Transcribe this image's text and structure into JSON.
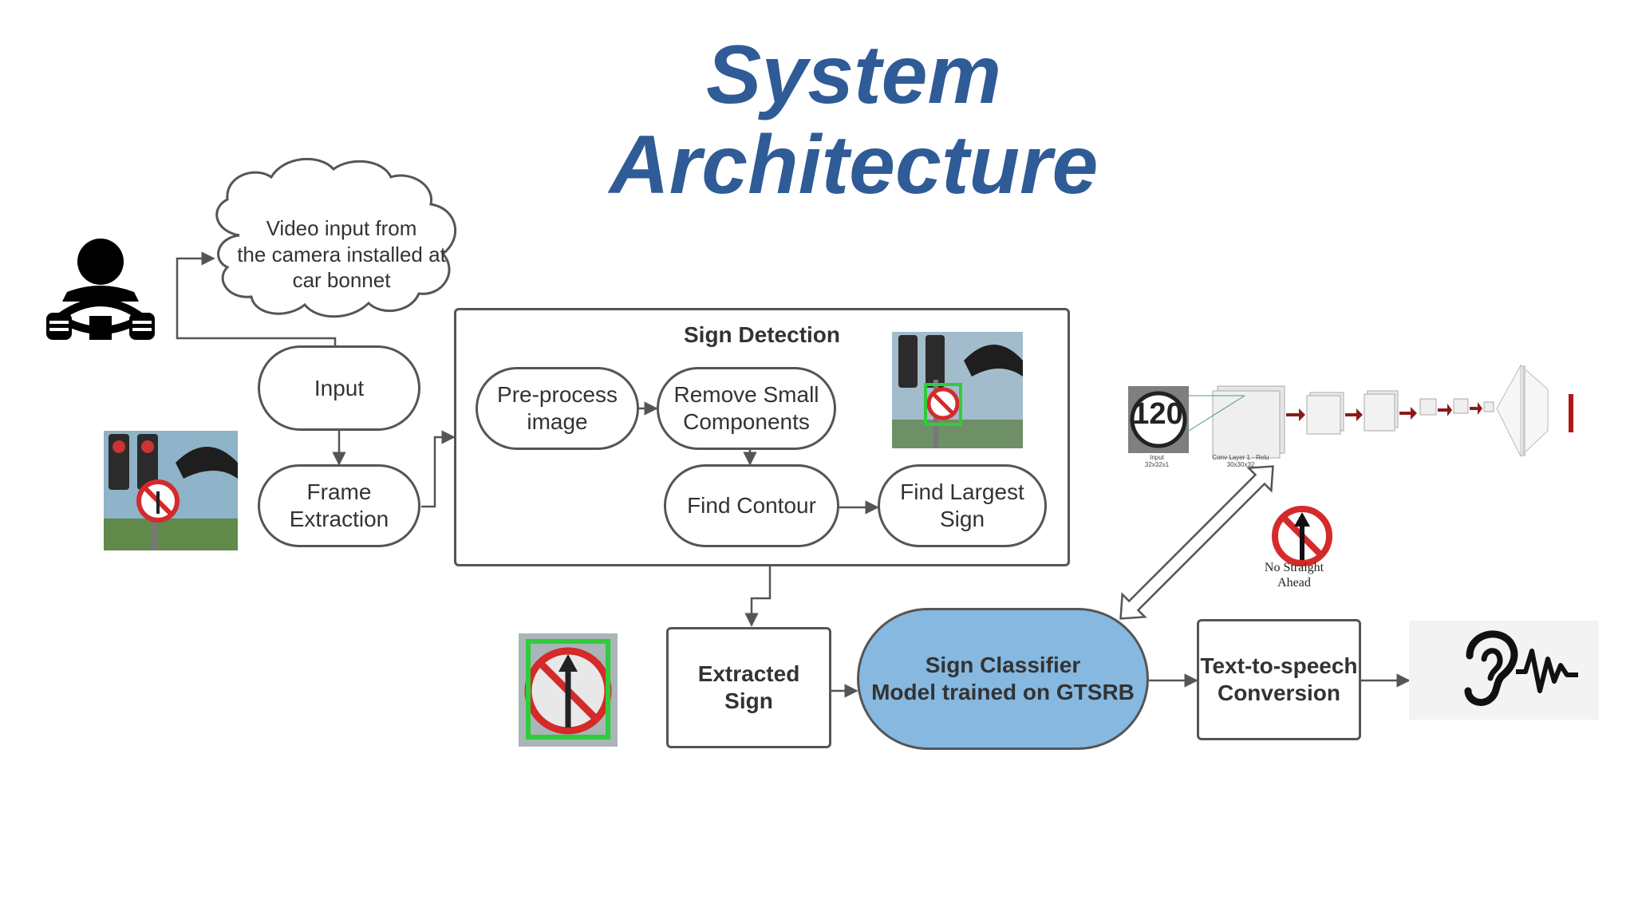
{
  "title": {
    "line1": "System",
    "line2": "Architecture"
  },
  "cloud": {
    "text": "Video input from\nthe camera installed at\ncar bonnet"
  },
  "nodes": {
    "input": "Input",
    "frame_extraction": "Frame\nExtraction",
    "sign_detection": "Sign Detection",
    "preprocess": "Pre-process\nimage",
    "remove_small": "Remove Small\nComponents",
    "find_contour": "Find Contour",
    "find_largest": "Find Largest\nSign",
    "extracted_sign": "Extracted\nSign",
    "classifier": "Sign Classifier\nModel trained on GTSRB",
    "tts": "Text-to-speech\nConversion"
  },
  "sign_caption": "No Straight\nAhead",
  "cnn": {
    "speed_limit": "120",
    "input_label": "Input\n32x32x1",
    "conv_label": "Conv Layer 1 - Relu\n30x30x32"
  },
  "colors": {
    "title": "#2f5b97",
    "classifier_fill": "#86b8e0",
    "border": "#555555",
    "sign_red": "#d42a2a",
    "detect_green": "#2fcc3a"
  },
  "icons": [
    "driver-icon",
    "ear-sound-icon",
    "no-straight-sign-icon",
    "traffic-light-photo"
  ]
}
